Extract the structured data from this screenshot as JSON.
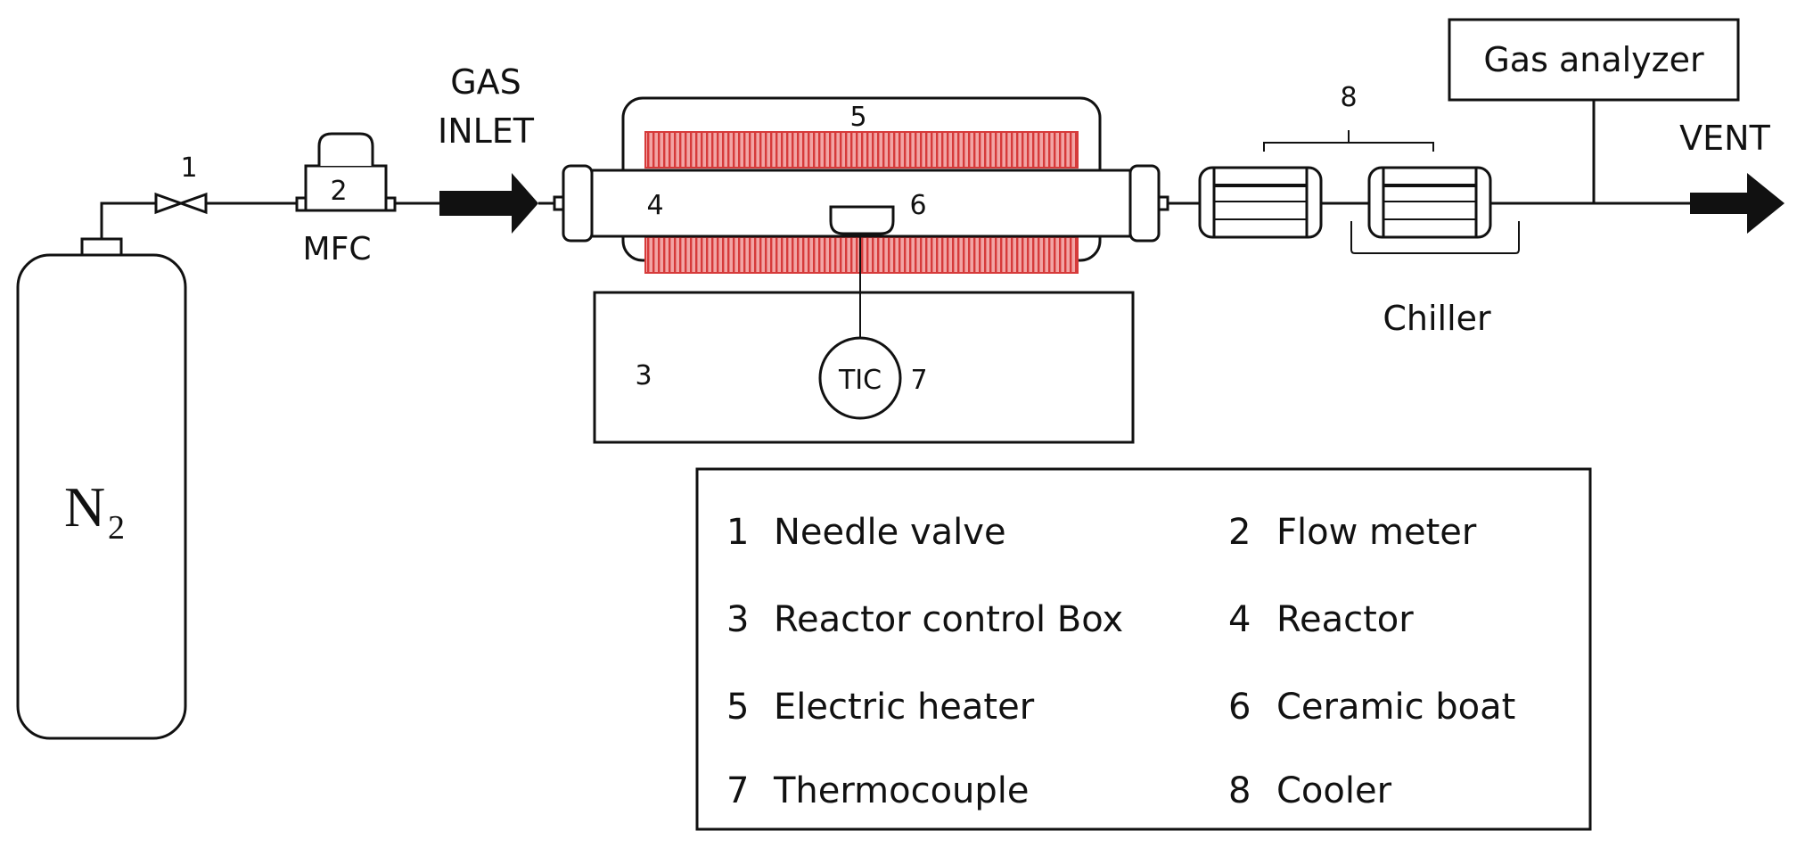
{
  "colors": {
    "heater_fill": "#f2a4a4",
    "heater_stripe": "#d63a3a",
    "line": "#111111",
    "background": "#ffffff"
  },
  "labels": {
    "valve_num": "1",
    "mfc_num": "2",
    "mfc": "MFC",
    "gas": "GAS",
    "inlet": "INLET",
    "heater_num": "5",
    "reactor_num": "4",
    "boat_num": "6",
    "control_box_num": "3",
    "tic": "TIC",
    "thermocouple_num": "7",
    "cooler_num": "8",
    "chiller": "Chiller",
    "gas_analyzer": "Gas analyzer",
    "vent": "VENT",
    "cylinder_main": "N",
    "cylinder_sub": "2"
  },
  "legend": {
    "items": [
      {
        "num": "1",
        "text": "Needle valve"
      },
      {
        "num": "2",
        "text": "Flow meter"
      },
      {
        "num": "3",
        "text": "Reactor control Box"
      },
      {
        "num": "4",
        "text": "Reactor"
      },
      {
        "num": "5",
        "text": "Electric heater"
      },
      {
        "num": "6",
        "text": "Ceramic boat"
      },
      {
        "num": "7",
        "text": "Thermocouple"
      },
      {
        "num": "8",
        "text": "Cooler"
      }
    ]
  },
  "icons": [
    "gas-cylinder-icon",
    "needle-valve-icon",
    "mfc-icon",
    "inlet-arrow-icon",
    "heater-icon",
    "reactor-tube-icon",
    "ceramic-boat-icon",
    "tic-icon",
    "cooler-icon",
    "vent-arrow-icon"
  ]
}
